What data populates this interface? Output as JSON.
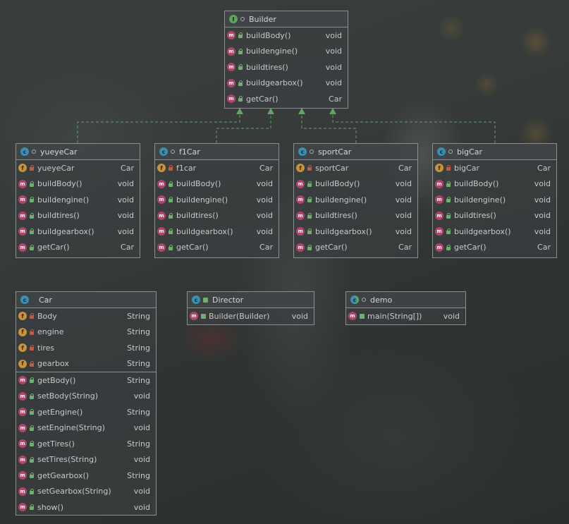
{
  "builder": {
    "name": "Builder",
    "kind": "I",
    "methods": [
      {
        "name": "buildBody()",
        "type": "void"
      },
      {
        "name": "buildengine()",
        "type": "void"
      },
      {
        "name": "buildtires()",
        "type": "void"
      },
      {
        "name": "buildgearbox()",
        "type": "void"
      },
      {
        "name": "getCar()",
        "type": "Car"
      }
    ]
  },
  "yueyeCar": {
    "name": "yueyeCar",
    "field": {
      "name": "yueyeCar",
      "type": "Car"
    },
    "methods": [
      {
        "name": "buildBody()",
        "type": "void"
      },
      {
        "name": "buildengine()",
        "type": "void"
      },
      {
        "name": "buildtires()",
        "type": "void"
      },
      {
        "name": "buildgearbox()",
        "type": "void"
      },
      {
        "name": "getCar()",
        "type": "Car"
      }
    ]
  },
  "f1Car": {
    "name": "f1Car",
    "field": {
      "name": "f1car",
      "type": "Car"
    },
    "methods": [
      {
        "name": "buildBody()",
        "type": "void"
      },
      {
        "name": "buildengine()",
        "type": "void"
      },
      {
        "name": "buildtires()",
        "type": "void"
      },
      {
        "name": "buildgearbox()",
        "type": "void"
      },
      {
        "name": "getCar()",
        "type": "Car"
      }
    ]
  },
  "sportCar": {
    "name": "sportCar",
    "field": {
      "name": "sportCar",
      "type": "Car"
    },
    "methods": [
      {
        "name": "buildBody()",
        "type": "void"
      },
      {
        "name": "buildengine()",
        "type": "void"
      },
      {
        "name": "buildtires()",
        "type": "void"
      },
      {
        "name": "buildgearbox()",
        "type": "void"
      },
      {
        "name": "getCar()",
        "type": "Car"
      }
    ]
  },
  "bigCar": {
    "name": "bigCar",
    "field": {
      "name": "bigCar",
      "type": "Car"
    },
    "methods": [
      {
        "name": "buildBody()",
        "type": "void"
      },
      {
        "name": "buildengine()",
        "type": "void"
      },
      {
        "name": "buildtires()",
        "type": "void"
      },
      {
        "name": "buildgearbox()",
        "type": "void"
      },
      {
        "name": "getCar()",
        "type": "Car"
      }
    ]
  },
  "car": {
    "name": "Car",
    "fields": [
      {
        "name": "Body",
        "type": "String"
      },
      {
        "name": "engine",
        "type": "String"
      },
      {
        "name": "tires",
        "type": "String"
      },
      {
        "name": "gearbox",
        "type": "String"
      }
    ],
    "methods": [
      {
        "name": "getBody()",
        "type": "String"
      },
      {
        "name": "setBody(String)",
        "type": "void"
      },
      {
        "name": "getEngine()",
        "type": "String"
      },
      {
        "name": "setEngine(String)",
        "type": "void"
      },
      {
        "name": "getTires()",
        "type": "String"
      },
      {
        "name": "setTires(String)",
        "type": "void"
      },
      {
        "name": "getGearbox()",
        "type": "String"
      },
      {
        "name": "setGearbox(String)",
        "type": "void"
      },
      {
        "name": "show()",
        "type": "void"
      }
    ]
  },
  "director": {
    "name": "Director",
    "methods": [
      {
        "name": "Builder(Builder)",
        "type": "void"
      }
    ]
  },
  "demo": {
    "name": "demo",
    "methods": [
      {
        "name": "main(String[])",
        "type": "void"
      }
    ]
  },
  "icons": {
    "class": "class-icon",
    "interface": "interface-icon",
    "method": "method-icon",
    "field": "field-icon",
    "public": "public-icon",
    "private": "private-icon"
  },
  "colors": {
    "edge": "#62a462",
    "border": "#8c8f92",
    "method_icon": "#b0446a",
    "field_icon": "#c7933b",
    "class_icon": "#3d8eb3",
    "interface_icon": "#5fa35f"
  }
}
